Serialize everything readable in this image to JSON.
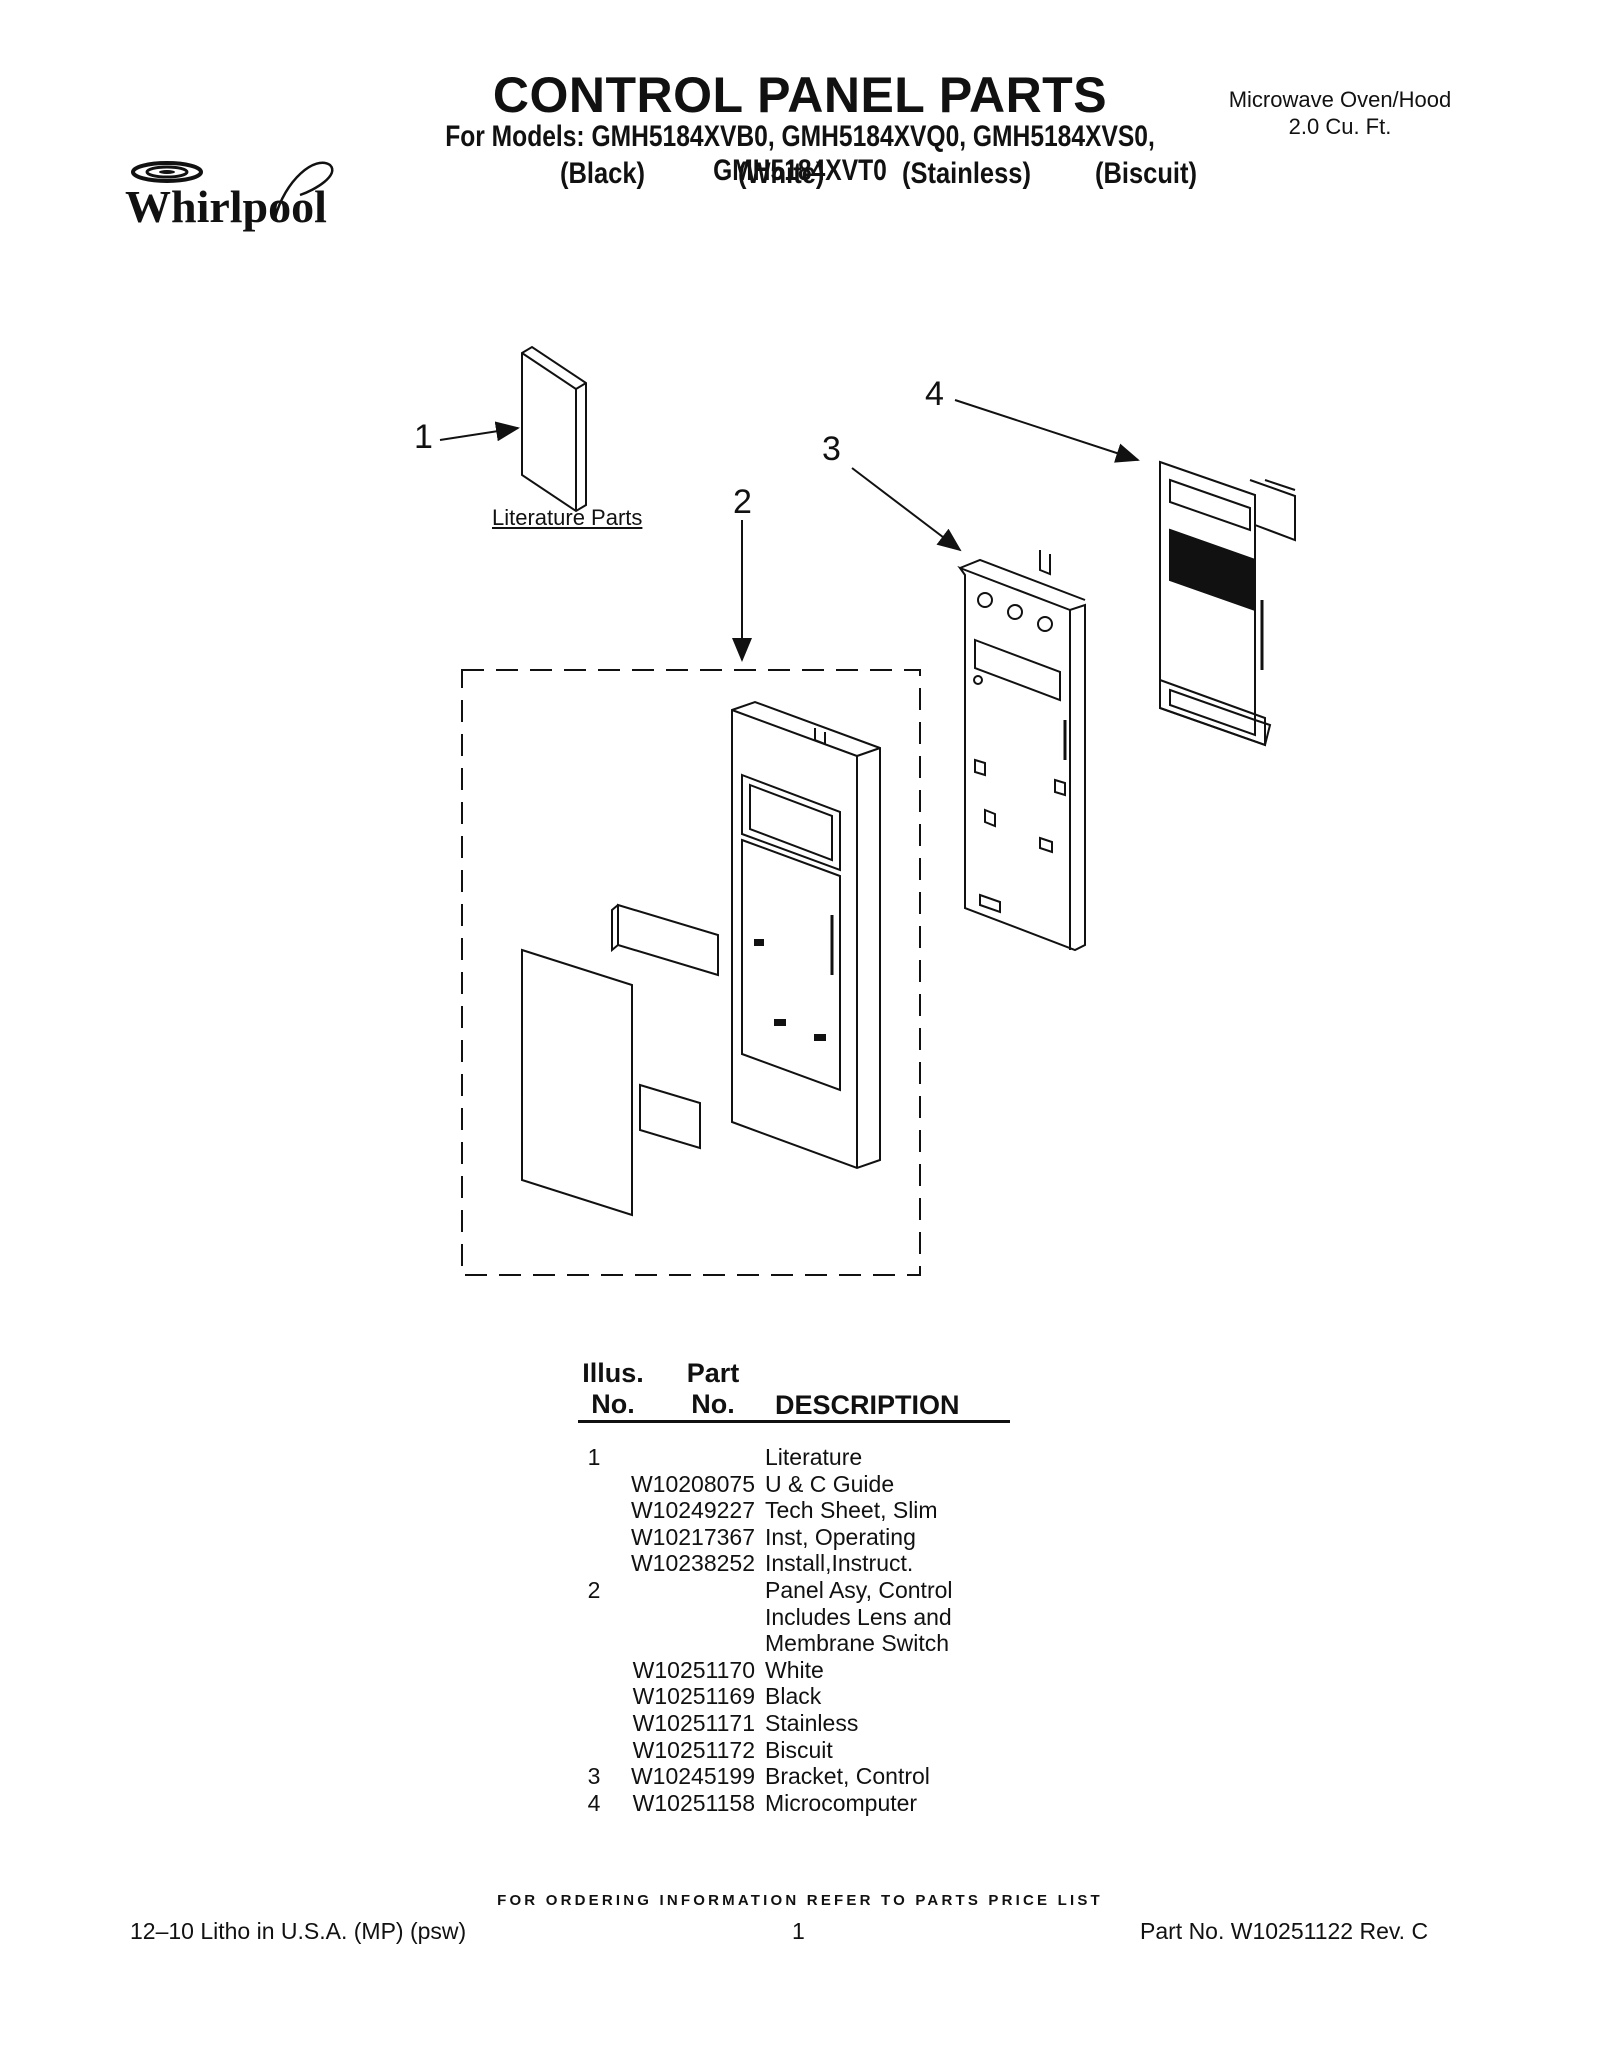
{
  "header": {
    "title": "CONTROL PANEL PARTS",
    "models_line": "For Models: GMH5184XVB0, GMH5184XVQ0, GMH5184XVS0, GMH5184XVT0",
    "finishes": [
      "(Black)",
      "(White)",
      "(Stainless)",
      "(Biscuit)"
    ],
    "category_line1": "Microwave Oven/Hood",
    "category_line2": "2.0 Cu. Ft.",
    "brand": "Whirlpool"
  },
  "diagram": {
    "callouts": [
      "1",
      "2",
      "3",
      "4"
    ],
    "literature_label": "Literature Parts"
  },
  "parts_table": {
    "head_illus_1": "Illus.",
    "head_illus_2": "No.",
    "head_part_1": "Part",
    "head_part_2": "No.",
    "head_desc": "DESCRIPTION",
    "rows": [
      {
        "illus": "1",
        "part": "",
        "desc": "Literature"
      },
      {
        "illus": "",
        "part": "W10208075",
        "desc": "U & C Guide"
      },
      {
        "illus": "",
        "part": "W10249227",
        "desc": "Tech Sheet, Slim"
      },
      {
        "illus": "",
        "part": "W10217367",
        "desc": "Inst, Operating"
      },
      {
        "illus": "",
        "part": "W10238252",
        "desc": "Install,Instruct."
      },
      {
        "illus": "2",
        "part": "",
        "desc": "Panel Asy, Control"
      },
      {
        "illus": "",
        "part": "",
        "desc": "Includes Lens and"
      },
      {
        "illus": "",
        "part": "",
        "desc": "Membrane Switch"
      },
      {
        "illus": "",
        "part": "W10251170",
        "desc": "White"
      },
      {
        "illus": "",
        "part": "W10251169",
        "desc": "Black"
      },
      {
        "illus": "",
        "part": "W10251171",
        "desc": "Stainless"
      },
      {
        "illus": "",
        "part": "W10251172",
        "desc": "Biscuit"
      },
      {
        "illus": "3",
        "part": "W10245199",
        "desc": "Bracket, Control"
      },
      {
        "illus": "4",
        "part": "W10251158",
        "desc": "Microcomputer"
      }
    ]
  },
  "footer": {
    "ordering_note": "FOR ORDERING INFORMATION REFER TO PARTS PRICE LIST",
    "left": "12–10 Litho in U.S.A. (MP) (psw)",
    "page": "1",
    "right": "Part No. W10251122 Rev. C"
  }
}
